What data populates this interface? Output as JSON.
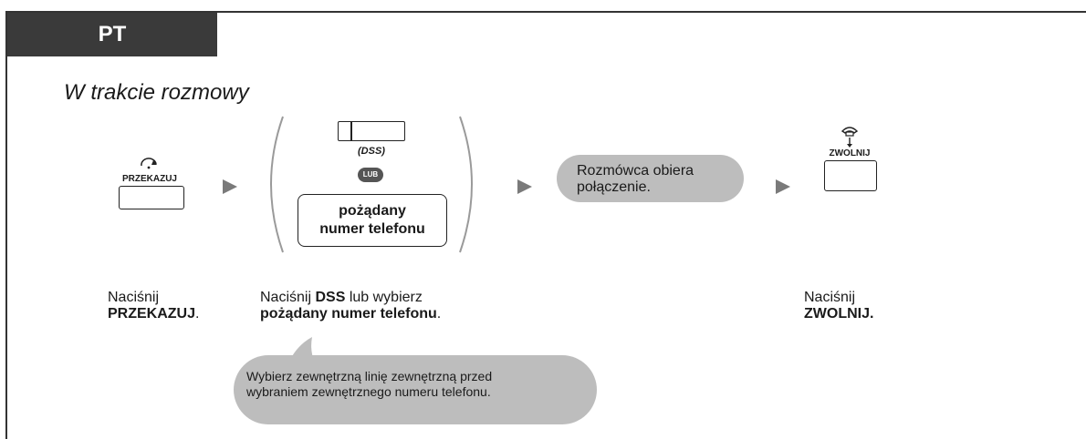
{
  "header": {
    "tab_label": "PT",
    "subtitle": "W trakcie rozmowy"
  },
  "step1": {
    "key_label": "PRZEKAZUJ",
    "caption_line1": "Naciśnij",
    "caption_bold": "PRZEKAZUJ",
    "caption_end": "."
  },
  "step2": {
    "dss_label": "(DSS)",
    "or_label": "LUB",
    "number_line1": "pożądany",
    "number_line2": "numer telefonu",
    "caption_pre": "Naciśnij ",
    "caption_bold1": "DSS",
    "caption_mid": " lub wybierz",
    "caption_bold2": "pożądany numer telefonu",
    "caption_end": "."
  },
  "step3": {
    "bubble_line1": "Rozmówca obiera",
    "bubble_line2": "połączenie."
  },
  "step4": {
    "key_label": "ZWOLNIJ",
    "caption_line1": "Naciśnij",
    "caption_bold": "ZWOLNIJ."
  },
  "note": {
    "line1": "Wybierz zewnętrzną linię zewnętrzną przed",
    "line2": "wybraniem zewnętrznego numeru telefonu."
  },
  "colors": {
    "tab_bg": "#3a3a3a",
    "bubble_bg": "#bdbdbd",
    "arrow": "#7a7a7a"
  }
}
